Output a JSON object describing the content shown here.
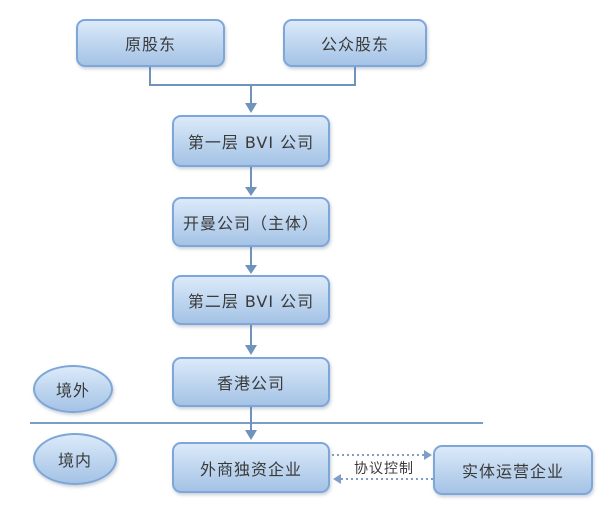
{
  "nodes": {
    "original_shareholders": {
      "label": "原股东"
    },
    "public_shareholders": {
      "label": "公众股东"
    },
    "bvi_layer_1": {
      "label": "第一层 BVI 公司"
    },
    "cayman": {
      "label": "开曼公司（主体）"
    },
    "bvi_layer_2": {
      "label": "第二层 BVI 公司"
    },
    "hong_kong": {
      "label": "香港公司"
    },
    "wfoe": {
      "label": "外商独资企业"
    },
    "operating_company": {
      "label": "实体运营企业"
    }
  },
  "regions": {
    "offshore": {
      "label": "境外"
    },
    "onshore": {
      "label": "境内"
    }
  },
  "edges": {
    "vie_control_label": "协议控制"
  },
  "colors": {
    "node_fill_top": "#dceafa",
    "node_fill_bottom": "#a5c3e6",
    "node_border": "#7ea6d6",
    "connector": "#7093be",
    "dotted_connector": "#7f9fc8",
    "region_divider": "#7b9cc4",
    "text": "#3a3a3a",
    "background": "#ffffff"
  }
}
